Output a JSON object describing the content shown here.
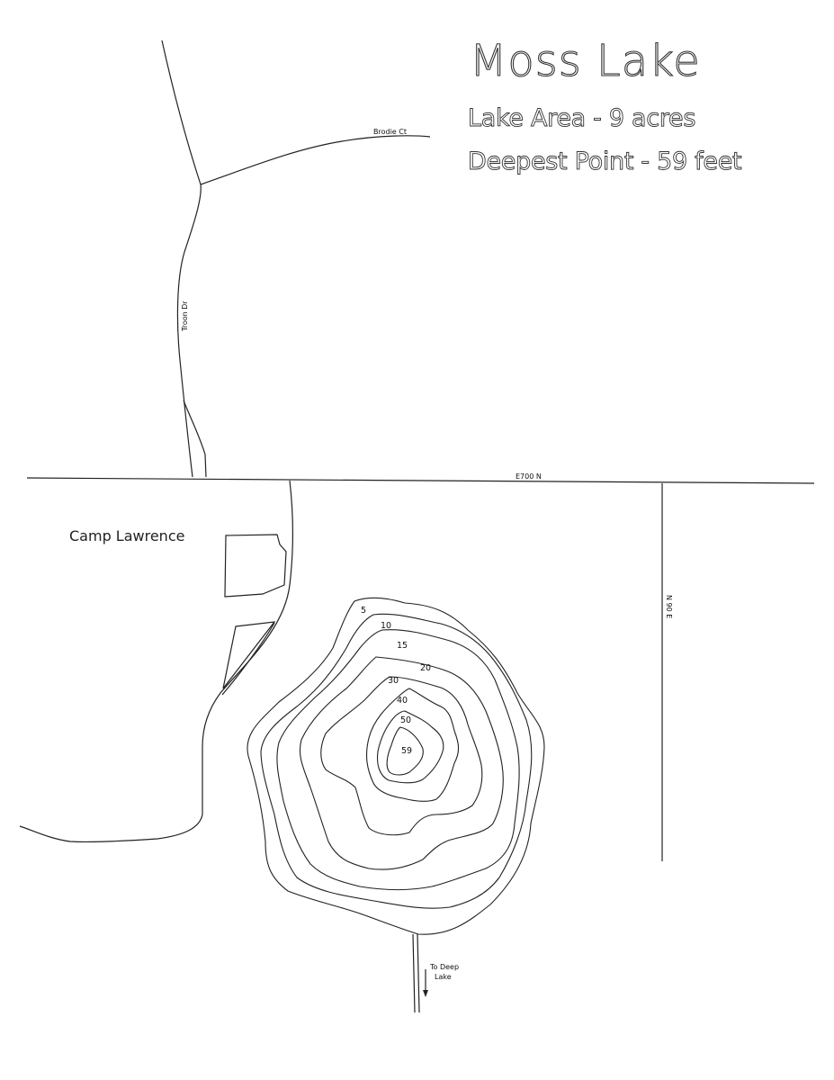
{
  "header": {
    "title": "Moss Lake",
    "lake_area": "Lake Area - 9 acres",
    "deepest_point": "Deepest Point - 59 feet"
  },
  "roads": {
    "brodie_ct": "Brodie Ct",
    "troon_dr": "Troon Dr",
    "e700n": "E700 N",
    "n90e": "N 90 E"
  },
  "places": {
    "camp_lawrence": "Camp Lawrence"
  },
  "outlet": {
    "line1": "To Deep",
    "line2": "Lake"
  },
  "contours": {
    "labels": [
      "5",
      "10",
      "15",
      "20",
      "30",
      "40",
      "50",
      "59"
    ],
    "units": "feet"
  },
  "colors": {
    "line": "#222222",
    "background": "#ffffff"
  }
}
